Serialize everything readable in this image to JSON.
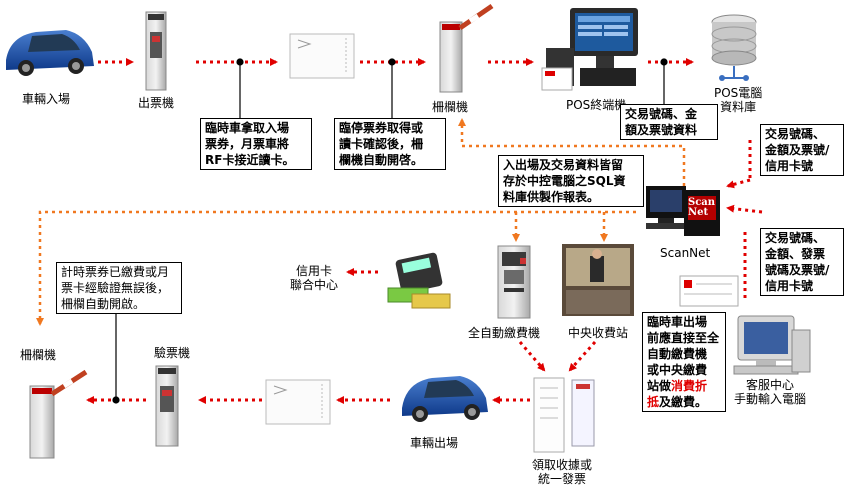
{
  "labels": {
    "car_entry": "車輛入場",
    "ticket_machine": "出票機",
    "barrier_entry": "柵欄機",
    "pos_terminal": "POS終端機",
    "pos_db_line1": "POS電腦",
    "pos_db_line2": "資料庫",
    "scannet": "ScanNet",
    "credit_center_line1": "信用卡",
    "credit_center_line2": "聯合中心",
    "auto_pay": "全自動繳費機",
    "central_station": "中央收費站",
    "service_center_line1": "客服中心",
    "service_center_line2": "手動輸入電腦",
    "barrier_exit": "柵欄機",
    "validator": "驗票機",
    "car_exit": "車輛出場",
    "receipt_line1": "領取收據或",
    "receipt_line2": "統一發票",
    "scan_logo_top": "Scan",
    "scan_logo_bottom": "Net"
  },
  "notes": {
    "entry_card": [
      "臨時車拿取入場",
      "票券，月票車將",
      "RF卡接近讀卡。"
    ],
    "barrier_open": [
      "臨停票券取得或",
      "讀卡確認後，柵",
      "欄機自動開啓。"
    ],
    "pos_data": [
      "交易號碼、金",
      "額及票號資料"
    ],
    "db_to_scannet": [
      "交易號碼、",
      "金額及票號/",
      "信用卡號"
    ],
    "sql_store": [
      "入出場及交易資料皆留",
      "存於中控電腦之SQL資",
      "料庫供製作報表。"
    ],
    "service_data": [
      "交易號碼、",
      "金額、發票",
      "號碼及票號/",
      "信用卡號"
    ],
    "exit_verify": [
      "計時票券已繳費或月",
      "票卡經驗證無誤後，",
      "柵欄自動開啟。"
    ],
    "discount_pre": [
      "臨時車出場",
      "前應直接至全",
      "自動繳費機",
      "或中央繳費",
      "站做"
    ],
    "discount_red1": "消費折",
    "discount_red2": "抵",
    "discount_post": "及繳費。"
  },
  "colors": {
    "arrow_red": "#e00000",
    "arrow_orange": "#f07820",
    "highlight_red": "#e00000"
  }
}
